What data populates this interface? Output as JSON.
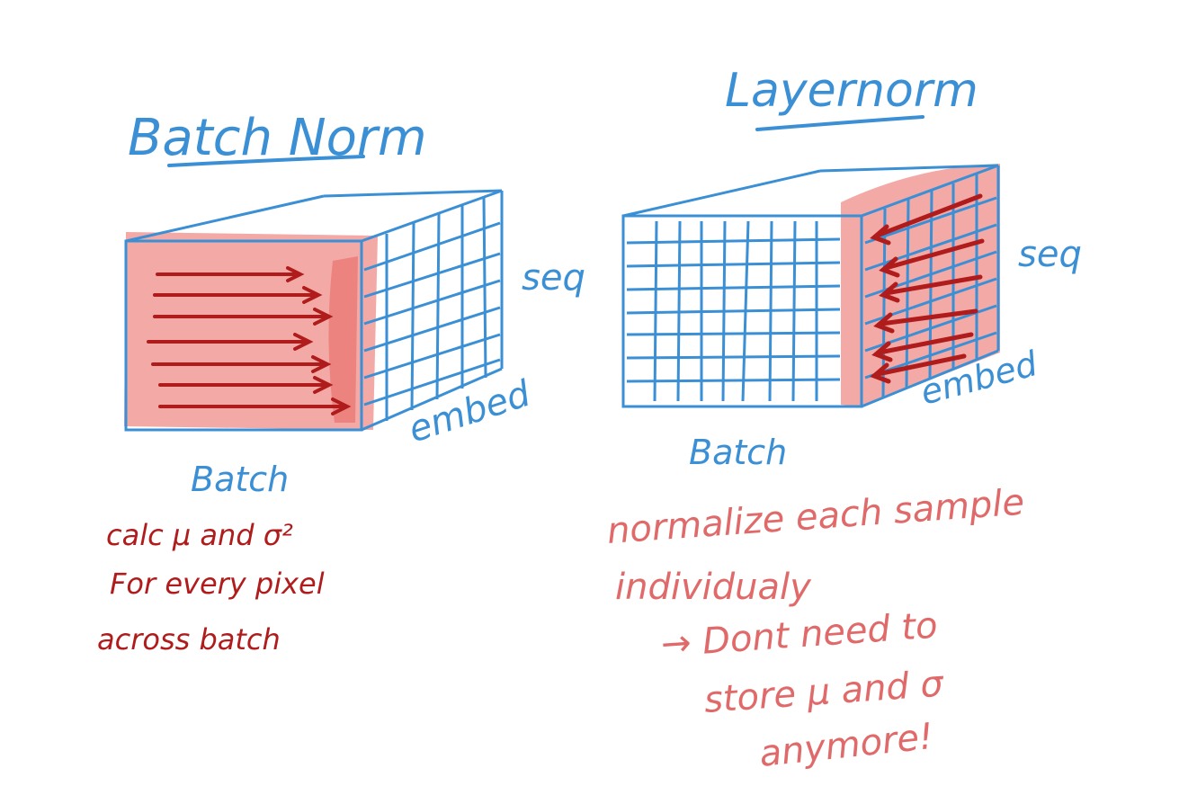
{
  "batch_norm": {
    "title": "Batch Norm",
    "axis_seq": "seq",
    "axis_embed": "embed",
    "axis_batch": "Batch",
    "note_lines": [
      "calc μ and σ²",
      "For every pixel",
      "across batch"
    ]
  },
  "layer_norm": {
    "title": "Layernorm",
    "axis_seq": "seq",
    "axis_embed": "embed",
    "axis_batch": "Batch",
    "note_lines": [
      "normalize each sample",
      "individualy"
    ],
    "arrow_lines": [
      "→ Dont need to",
      "store μ and σ",
      "anymore!"
    ]
  },
  "colors": {
    "ink_blue": "#3b8fd4",
    "highlight": "#f19a96",
    "arrow_red": "#b01c1c",
    "note_red": "#e06a6a"
  }
}
